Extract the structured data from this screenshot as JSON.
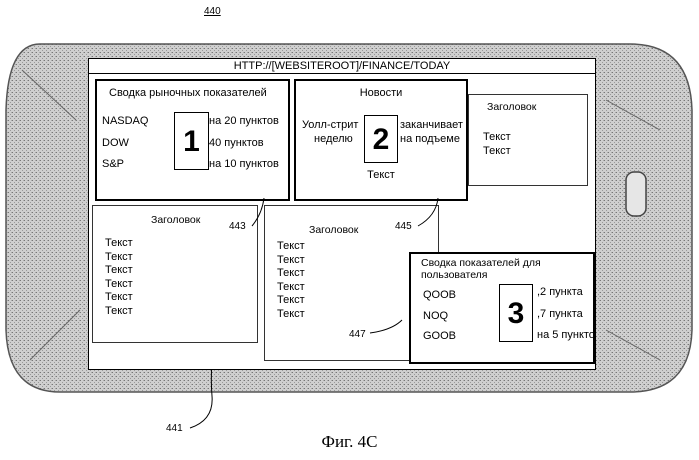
{
  "figure_number": "440",
  "caption": "Фиг. 4C",
  "url": "HTTP://[WEBSITEROOT]/FINANCE/TODAY",
  "market_summary": {
    "title": "Сводка рыночных показателей",
    "rows": [
      {
        "name": "NASDAQ",
        "value": "на 20 пунктов"
      },
      {
        "name": "DOW",
        "value": "40 пунктов"
      },
      {
        "name": "S&P",
        "value": "на 10 пунктов"
      }
    ],
    "badge": "1"
  },
  "news": {
    "title": "Новости",
    "left_line1": "Уолл-стрит",
    "left_line2": "неделю",
    "right_line1": "заканчивает",
    "right_line2": "на подъеме",
    "bottom": "Текст",
    "badge": "2"
  },
  "panel_top_right": {
    "heading": "Заголовок",
    "lines": [
      "Текст",
      "Текст"
    ]
  },
  "panel_left": {
    "heading": "Заголовок",
    "lines": [
      "Текст",
      "Текст",
      "Текст",
      "Текст",
      "Текст",
      "Текст"
    ]
  },
  "panel_middle": {
    "heading": "Заголовок",
    "lines": [
      "Текст",
      "Текст",
      "Текст",
      "Текст",
      "Текст",
      "Текст"
    ]
  },
  "user_summary": {
    "title_line1": "Сводка показателей для",
    "title_line2": "пользователя",
    "rows": [
      {
        "name": "QOOB",
        "value": ",2 пункта"
      },
      {
        "name": "NOQ",
        "value": ",7 пункта"
      },
      {
        "name": "GOOB",
        "value": "на 5 пункто"
      }
    ],
    "badge": "3"
  },
  "refs": {
    "r441": "441",
    "r443": "443",
    "r445": "445",
    "r447": "447"
  }
}
